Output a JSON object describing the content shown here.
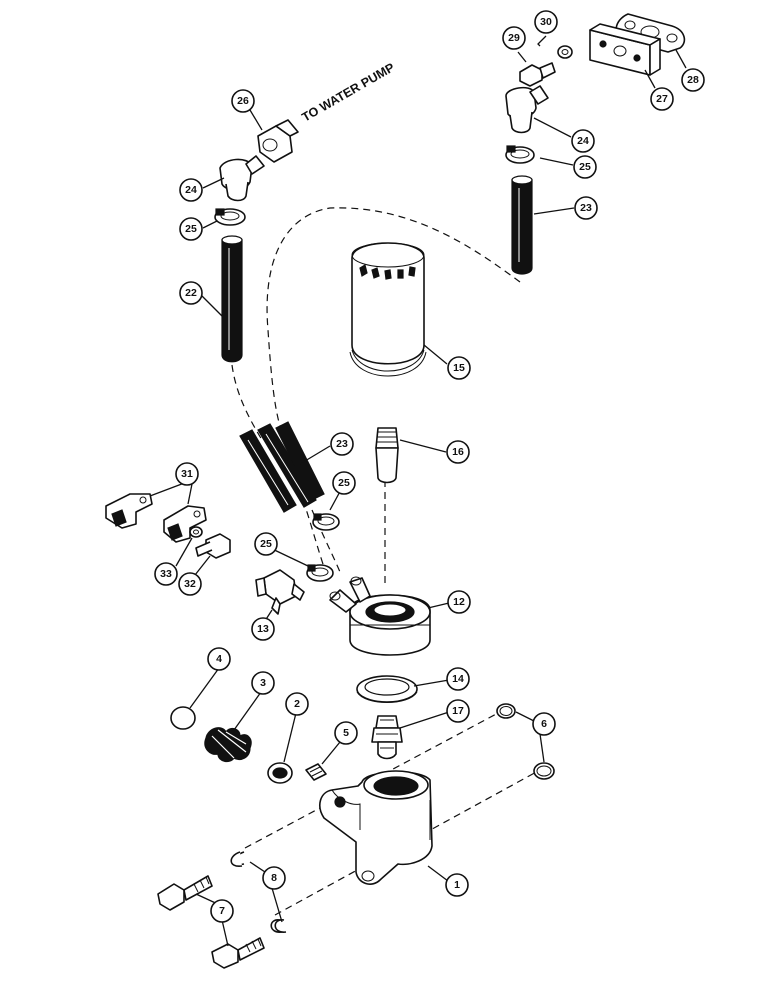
{
  "note": "TO WATER PUMP",
  "callouts": {
    "c1": "1",
    "c2": "2",
    "c3": "3",
    "c4": "4",
    "c5": "5",
    "c6": "6",
    "c7": "7",
    "c8": "8",
    "c12": "12",
    "c13": "13",
    "c14": "14",
    "c15": "15",
    "c16": "16",
    "c17": "17",
    "c22": "22",
    "c23a": "23",
    "c23b": "23",
    "c24a": "24",
    "c24b": "24",
    "c25a": "25",
    "c25b": "25",
    "c25c": "25",
    "c25d": "25",
    "c26": "26",
    "c27": "27",
    "c28": "28",
    "c29": "29",
    "c30": "30",
    "c31": "31",
    "c32": "32",
    "c33": "33"
  }
}
